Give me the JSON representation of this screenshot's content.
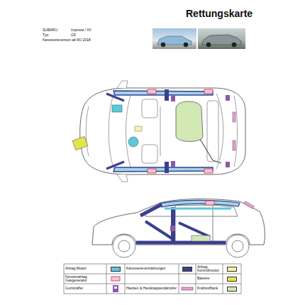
{
  "diagram": {
    "title": "Rettungskarte",
    "labels": [
      "SUBARU:",
      "Impreza / XV",
      "Typ:",
      "G5",
      "Karosserieversion ab MJ 2018"
    ],
    "legend": [
      {
        "text": "Airbag Modul",
        "color": "#5cc8d8"
      },
      {
        "text": "Karosserieverstärkungen",
        "color": "#3b3f8f"
      },
      {
        "text": "Airbag Kontrollmodul",
        "color": "#f6f2a8"
      },
      {
        "text": "Fensterairbag Gasgenerator"
      },
      {
        "text": "Batterie",
        "color": "#dfe84a"
      },
      {
        "text": "Gurtstraffer"
      },
      {
        "text": "Hauben & Heckklappendämpfer"
      },
      {
        "text": "Kraftstofftank",
        "color": "#d2e9b4"
      }
    ]
  }
}
